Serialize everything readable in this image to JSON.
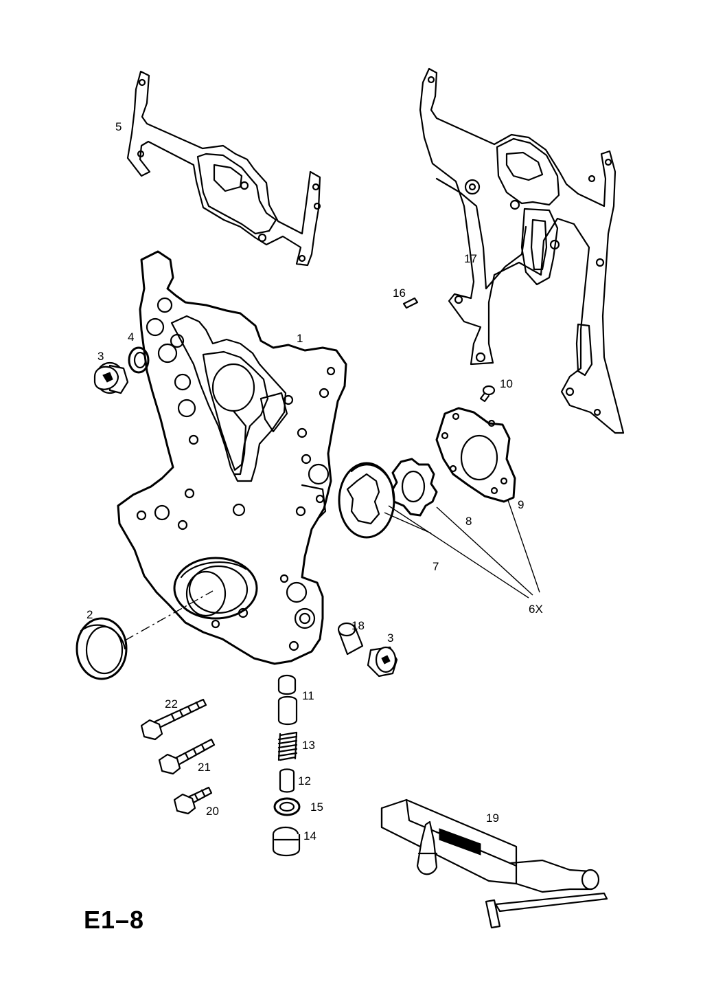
{
  "page_code": "E1–8",
  "callouts": {
    "c1": "1",
    "c2": "2",
    "c3a": "3",
    "c3b": "3",
    "c4": "4",
    "c5": "5",
    "c6x": "6X",
    "c7": "7",
    "c8": "8",
    "c9": "9",
    "c10": "10",
    "c11": "11",
    "c12": "12",
    "c13": "13",
    "c14": "14",
    "c15": "15",
    "c16": "16",
    "c17": "17",
    "c18": "18",
    "c19": "19",
    "c20": "20",
    "c21": "21",
    "c22": "22"
  }
}
